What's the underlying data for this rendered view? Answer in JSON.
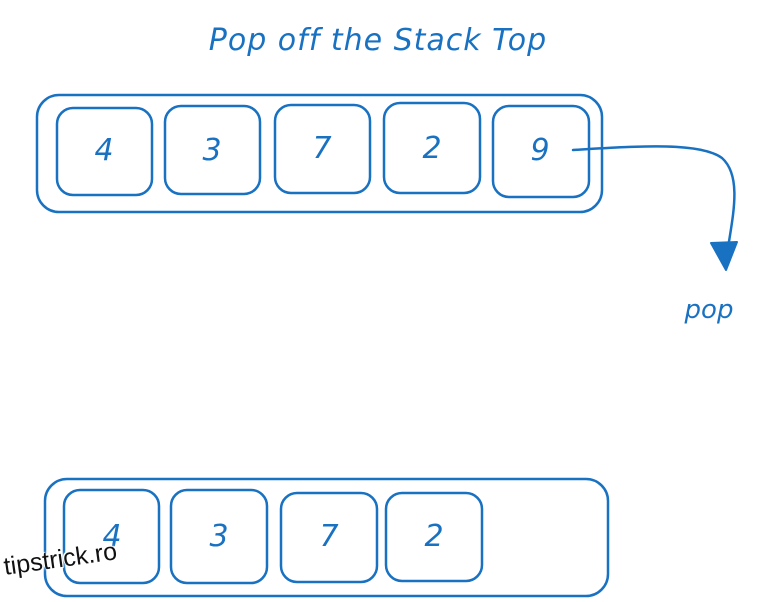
{
  "title": "Pop off the Stack Top",
  "stack_before": [
    "4",
    "3",
    "7",
    "2",
    "9"
  ],
  "popped_label": "pop",
  "stack_after": [
    "4",
    "3",
    "7",
    "2"
  ],
  "watermark": "tipstrick.ro",
  "colors": {
    "stroke": "#1971c2",
    "background": "#ffffff"
  },
  "icons": {
    "arrow": "curved-arrow-icon"
  }
}
